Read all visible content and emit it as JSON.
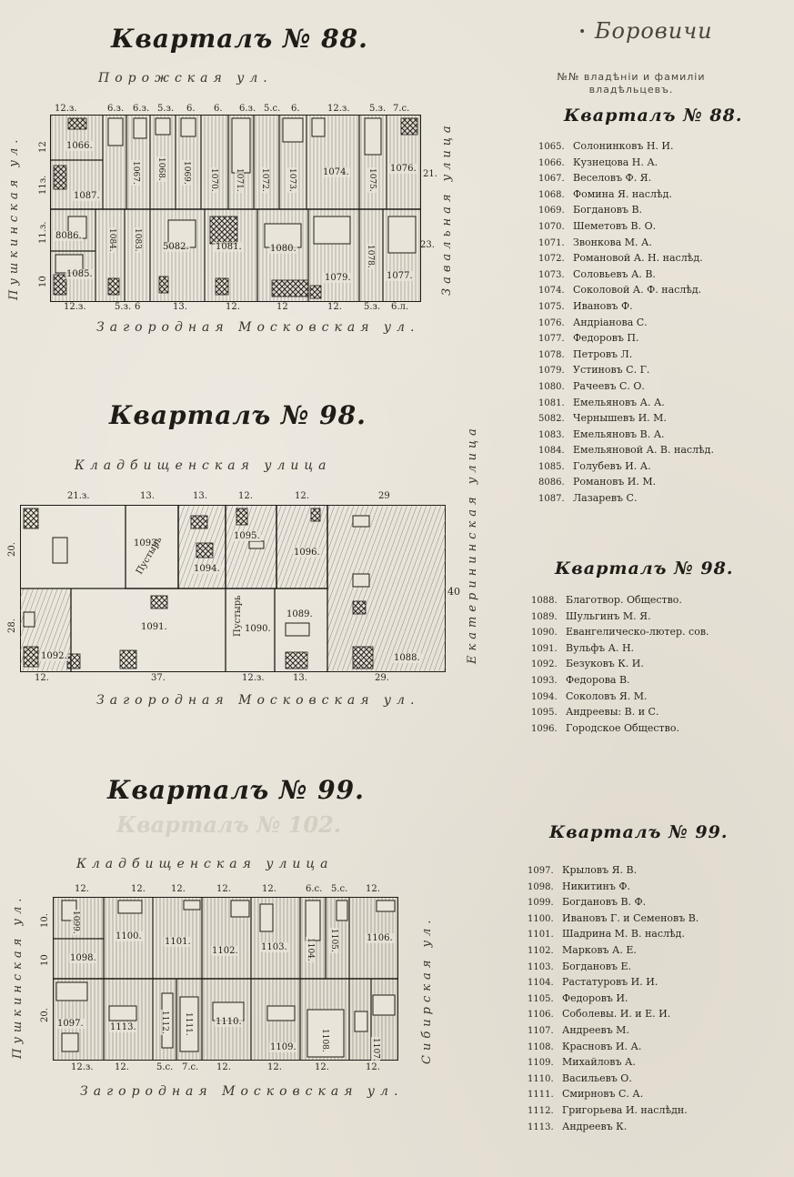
{
  "header": {
    "town": "Боровичи",
    "subtitle_line1": "№№ владѣнiи и фамилiи",
    "subtitle_line2": "владѣльцевъ."
  },
  "quarter88": {
    "title": "Кварталъ № 88.",
    "list_title": "Кварталъ № 88.",
    "street_top": "Порожская ул.",
    "street_bottom": "Загородная Московская ул.",
    "street_left": "Пушкинская ул.",
    "street_right": "Завальная улица",
    "dims_top": [
      "12.з.",
      "6.з.",
      "6.з.",
      "5.з.",
      "6.",
      "6.",
      "6.з.",
      "5.с.",
      "6.",
      "12.з.",
      "5.з.",
      "7.с."
    ],
    "dims_bottom": [
      "12.з.",
      "5.з.",
      "6",
      "13.",
      "12.",
      "12",
      "12.",
      "5.з.",
      "6.л."
    ],
    "dims_left": [
      "12",
      "11з.",
      "11.з.",
      "10"
    ],
    "dims_right": [
      "21.",
      "23."
    ],
    "lots": [
      "1066.",
      "1087.",
      "8086.",
      "1085.",
      "1084.",
      "1083.",
      "5082.",
      "1081.",
      "1080.",
      "1079.",
      "1078.",
      "1077.",
      "1076.",
      "1074.",
      "1073.",
      "1072.",
      "1071.",
      "1070.",
      "1069.",
      "1068.",
      "1067.",
      "1075."
    ],
    "owners": [
      {
        "num": "1065.",
        "name": "Солонинковъ Н. И."
      },
      {
        "num": "1066.",
        "name": "Кузнецова Н. А."
      },
      {
        "num": "1067.",
        "name": "Веселовъ Ф. Я."
      },
      {
        "num": "1068.",
        "name": "Фомина Я. наслѣд."
      },
      {
        "num": "1069.",
        "name": "Богдановъ В."
      },
      {
        "num": "1070.",
        "name": "Шеметовъ В. О."
      },
      {
        "num": "1071.",
        "name": "Звонкова М. А."
      },
      {
        "num": "1072.",
        "name": "Романовой А. Н. наслѣд."
      },
      {
        "num": "1073.",
        "name": "Соловьевъ А. В."
      },
      {
        "num": "1074.",
        "name": "Соколовой А. Ф. наслѣд."
      },
      {
        "num": "1075.",
        "name": "Ивановъ Ф."
      },
      {
        "num": "1076.",
        "name": "Андрiанова С."
      },
      {
        "num": "1077.",
        "name": "Федоровъ П."
      },
      {
        "num": "1078.",
        "name": "Петровъ Л."
      },
      {
        "num": "1079.",
        "name": "Устиновъ С. Г."
      },
      {
        "num": "1080.",
        "name": "Рачеевъ С. О."
      },
      {
        "num": "1081.",
        "name": "Емельяновъ А. А."
      },
      {
        "num": "5082.",
        "name": "Чернышевъ И. М."
      },
      {
        "num": "1083.",
        "name": "Емельяновъ В. А."
      },
      {
        "num": "1084.",
        "name": "Емельяновой А. В. наслѣд."
      },
      {
        "num": "1085.",
        "name": "Голубевъ И. А."
      },
      {
        "num": "8086.",
        "name": "Романовъ И. М."
      },
      {
        "num": "1087.",
        "name": "Лазаревъ С."
      }
    ]
  },
  "quarter98": {
    "title": "Кварталъ № 98.",
    "list_title": "Кварталъ № 98.",
    "street_top": "Кладбищенская улица",
    "street_bottom": "Загородная Московская ул.",
    "street_right": "Екатерининская улица",
    "dims_top": [
      "21.з.",
      "13.",
      "13.",
      "12.",
      "12.",
      "29"
    ],
    "dims_bottom": [
      "12.",
      "37.",
      "12.з.",
      "13.",
      "29."
    ],
    "dims_left": [
      "20.",
      "28."
    ],
    "dims_right": [
      "40"
    ],
    "lots": [
      "1093.",
      "1094.",
      "1095.",
      "1096.",
      "1091.",
      "1089.",
      "1090.",
      "1092.",
      "1088."
    ],
    "pustyr": "Пустырь",
    "owners": [
      {
        "num": "1088.",
        "name": "Благотвор. Общество."
      },
      {
        "num": "1089.",
        "name": "Шульгинъ М. Я."
      },
      {
        "num": "1090.",
        "name": "Евангелическо-лютер. сов."
      },
      {
        "num": "1091.",
        "name": "Вульфъ А. Н."
      },
      {
        "num": "1092.",
        "name": "Безуковъ К. И."
      },
      {
        "num": "1093.",
        "name": "Федорова В."
      },
      {
        "num": "1094.",
        "name": "Соколовъ Я. М."
      },
      {
        "num": "1095.",
        "name": "Андреевы: В. и С."
      },
      {
        "num": "1096.",
        "name": "Городское Общество."
      }
    ]
  },
  "quarter99": {
    "title": "Кварталъ № 99.",
    "list_title": "Кварталъ № 99.",
    "ghost_title": "Кварталъ № 102.",
    "street_top": "Кладбищенская улица",
    "street_bottom": "Загородная Московская ул.",
    "street_left": "Пушкинская ул.",
    "street_right": "Сибирская ул.",
    "dims_top": [
      "12.",
      "12.",
      "12.",
      "12.",
      "12.",
      "6.с.",
      "5.с.",
      "12."
    ],
    "dims_bottom": [
      "12.з.",
      "12.",
      "5.с.",
      "7.с.",
      "12.",
      "12.",
      "12.",
      "12."
    ],
    "dims_left": [
      "10.",
      "10",
      "20."
    ],
    "lots": [
      "1099.",
      "1098.",
      "1100.",
      "1101.",
      "1102.",
      "1103.",
      "1104.",
      "1105.",
      "1106.",
      "1097.",
      "1113.",
      "1112.",
      "1111.",
      "1110.",
      "1109.",
      "1108.",
      "1107."
    ],
    "owners": [
      {
        "num": "1097.",
        "name": "Крыловъ Я. В."
      },
      {
        "num": "1098.",
        "name": "Никитинъ Ф."
      },
      {
        "num": "1099.",
        "name": "Богдановъ В. Ф."
      },
      {
        "num": "1100.",
        "name": "Ивановъ Г. и Семеновъ В."
      },
      {
        "num": "1101.",
        "name": "Шадрина М. В. наслѣд."
      },
      {
        "num": "1102.",
        "name": "Марковъ А. Е."
      },
      {
        "num": "1103.",
        "name": "Богдановъ Е."
      },
      {
        "num": "1104.",
        "name": "Растатуровъ И. И."
      },
      {
        "num": "1105.",
        "name": "Федоровъ И."
      },
      {
        "num": "1106.",
        "name": "Соболевы. И. и Е. И."
      },
      {
        "num": "1107.",
        "name": "Андреевъ М."
      },
      {
        "num": "1108.",
        "name": "Красновъ И. А."
      },
      {
        "num": "1109.",
        "name": "Михайловъ А."
      },
      {
        "num": "1110.",
        "name": "Васильевъ О."
      },
      {
        "num": "1111.",
        "name": "Смирновъ С. А."
      },
      {
        "num": "1112.",
        "name": "Григорьева И. наслѣдн."
      },
      {
        "num": "1113.",
        "name": "Андреевъ К."
      }
    ]
  }
}
